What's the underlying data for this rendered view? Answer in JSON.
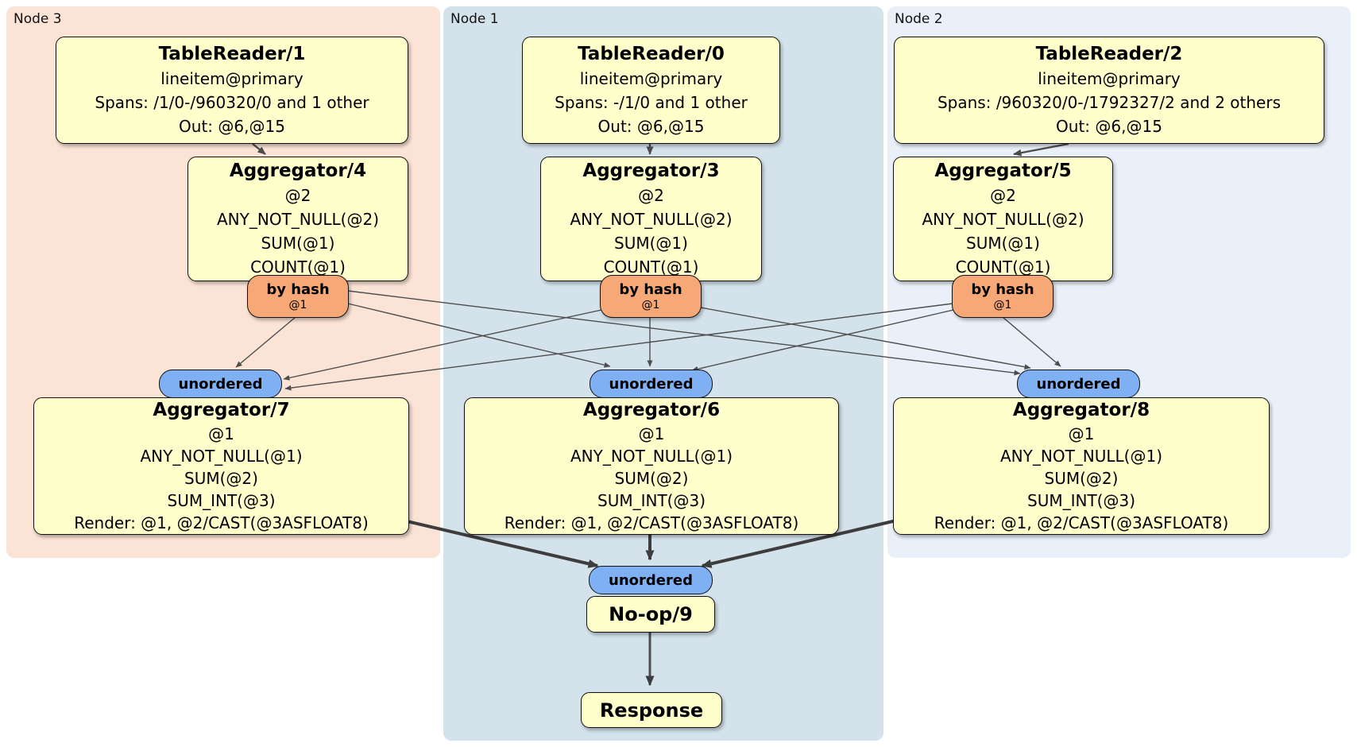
{
  "regions": [
    {
      "label": "Node 3"
    },
    {
      "label": "Node 1"
    },
    {
      "label": "Node 2"
    }
  ],
  "table_readers": [
    {
      "title": "TableReader/1",
      "lines": [
        "lineitem@primary",
        "Spans: /1/0-/960320/0 and 1 other",
        "Out: @6,@15"
      ]
    },
    {
      "title": "TableReader/0",
      "lines": [
        "lineitem@primary",
        "Spans: -/1/0 and 1 other",
        "Out: @6,@15"
      ]
    },
    {
      "title": "TableReader/2",
      "lines": [
        "lineitem@primary",
        "Spans: /960320/0-/1792327/2 and 2 others",
        "Out: @6,@15"
      ]
    }
  ],
  "stage1_aggregators": [
    {
      "title": "Aggregator/4",
      "lines": [
        "@2",
        "ANY_NOT_NULL(@2)",
        "SUM(@1)",
        "COUNT(@1)"
      ]
    },
    {
      "title": "Aggregator/3",
      "lines": [
        "@2",
        "ANY_NOT_NULL(@2)",
        "SUM(@1)",
        "COUNT(@1)"
      ]
    },
    {
      "title": "Aggregator/5",
      "lines": [
        "@2",
        "ANY_NOT_NULL(@2)",
        "SUM(@1)",
        "COUNT(@1)"
      ]
    }
  ],
  "hash_routers": [
    {
      "label": "by hash",
      "detail": "@1"
    },
    {
      "label": "by hash",
      "detail": "@1"
    },
    {
      "label": "by hash",
      "detail": "@1"
    }
  ],
  "syncs": [
    {
      "label": "unordered"
    },
    {
      "label": "unordered"
    },
    {
      "label": "unordered"
    },
    {
      "label": "unordered"
    }
  ],
  "stage2_aggregators": [
    {
      "title": "Aggregator/7",
      "lines": [
        "@1",
        "ANY_NOT_NULL(@1)",
        "SUM(@2)",
        "SUM_INT(@3)",
        "Render: @1, @2/CAST(@3ASFLOAT8)"
      ]
    },
    {
      "title": "Aggregator/6",
      "lines": [
        "@1",
        "ANY_NOT_NULL(@1)",
        "SUM(@2)",
        "SUM_INT(@3)",
        "Render: @1, @2/CAST(@3ASFLOAT8)"
      ]
    },
    {
      "title": "Aggregator/8",
      "lines": [
        "@1",
        "ANY_NOT_NULL(@1)",
        "SUM(@2)",
        "SUM_INT(@3)",
        "Render: @1, @2/CAST(@3ASFLOAT8)"
      ]
    }
  ],
  "noop": {
    "title": "No-op/9"
  },
  "response": {
    "title": "Response"
  },
  "colors": {
    "node3_bg": "#fbe3d5",
    "node1_bg": "#d4e2ec",
    "node2_bg": "#eaf0fa",
    "processor_bg": "#ffffcc",
    "router_bg": "#f7a877",
    "sync_bg": "#7fb0f3",
    "edge": "#4d4d4d"
  }
}
